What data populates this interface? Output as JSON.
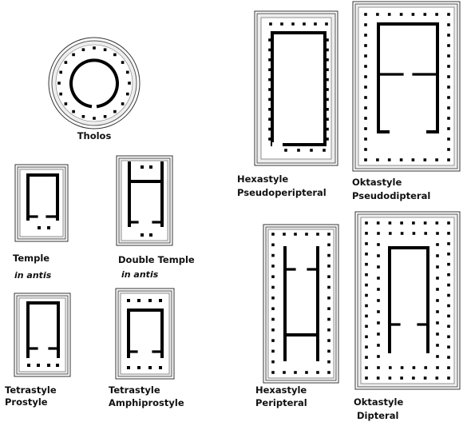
{
  "diagram": {
    "colors": {
      "ink": "#000000",
      "stylobate": "#eeeeee",
      "paper": "#ffffff"
    },
    "plans": [
      {
        "id": "tholos",
        "lines": [
          "Tholos"
        ],
        "italic": ""
      },
      {
        "id": "temple-in-antis",
        "lines": [
          "Temple"
        ],
        "italic": "in antis"
      },
      {
        "id": "double-temple",
        "lines": [
          "Double Temple"
        ],
        "italic": "in antis"
      },
      {
        "id": "tetrastyle-prostyle",
        "lines": [
          "Tetrastyle",
          "Prostyle"
        ],
        "italic": ""
      },
      {
        "id": "tetrastyle-amphiprostyle",
        "lines": [
          "Tetrastyle",
          "Amphiprostyle"
        ],
        "italic": ""
      },
      {
        "id": "hexastyle-pseudoperipteral",
        "lines": [
          "Hexastyle",
          "Pseudoperipteral"
        ],
        "italic": ""
      },
      {
        "id": "oktastyle-pseudodipteral",
        "lines": [
          "Oktastyle",
          "Pseudodipteral"
        ],
        "italic": ""
      },
      {
        "id": "hexastyle-peripteral",
        "lines": [
          "Hexastyle",
          "Peripteral"
        ],
        "italic": ""
      },
      {
        "id": "oktastyle-dipteral",
        "lines": [
          "Oktastyle",
          "Dipteral"
        ],
        "italic": ""
      }
    ]
  }
}
